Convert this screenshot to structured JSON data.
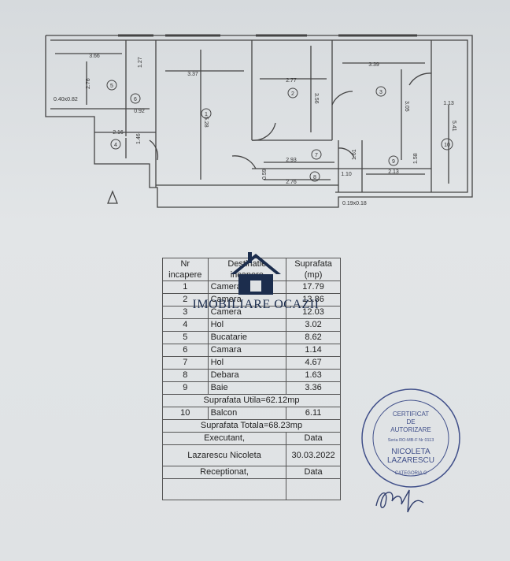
{
  "plan": {
    "rooms": [
      {
        "no": "5",
        "dims": [
          "3.66",
          "2.76"
        ]
      },
      {
        "no": "6",
        "dims": [
          "1.27",
          "0.92"
        ]
      },
      {
        "no": "1",
        "dims": [
          "3.37",
          "5.28"
        ]
      },
      {
        "no": "2",
        "dims": [
          "2.77",
          "3.56"
        ]
      },
      {
        "no": "3",
        "dims": [
          "3.39",
          "3.05"
        ]
      },
      {
        "no": "4",
        "dims": [
          "2.16",
          "1.46"
        ]
      },
      {
        "no": "7",
        "dims": [
          "2.93"
        ]
      },
      {
        "no": "8",
        "dims": [
          "2.76",
          "0.59"
        ]
      },
      {
        "no": "9",
        "dims": [
          "2.13",
          "1.61",
          "1.10",
          "1.58"
        ]
      },
      {
        "no": "10",
        "dims": [
          "1.13",
          "5.41"
        ]
      }
    ],
    "misc": [
      "0.40x0.82",
      "0.19x0.18"
    ]
  },
  "table": {
    "headers": [
      "Nr\nincapere",
      "Destinatie\nincapere",
      "Suprafata\n(mp)"
    ],
    "rows": [
      {
        "nr": "1",
        "name": "Camera",
        "area": "17.79"
      },
      {
        "nr": "2",
        "name": "Camera",
        "area": "13.86"
      },
      {
        "nr": "3",
        "name": "Camera",
        "area": "12.03"
      },
      {
        "nr": "4",
        "name": "Hol",
        "area": "3.02"
      },
      {
        "nr": "5",
        "name": "Bucatarie",
        "area": "8.62"
      },
      {
        "nr": "6",
        "name": "Camara",
        "area": "1.14"
      },
      {
        "nr": "7",
        "name": "Hol",
        "area": "4.67"
      },
      {
        "nr": "8",
        "name": "Debara",
        "area": "1.63"
      },
      {
        "nr": "9",
        "name": "Baie",
        "area": "3.36"
      }
    ],
    "useful_total": "Suprafata Utila=62.12mp",
    "balcon": {
      "nr": "10",
      "name": "Balcon",
      "area": "6.11"
    },
    "total": "Suprafata Totala=68.23mp",
    "executant_label": "Executant,",
    "date_label": "Data",
    "executant_name": "Lazarescu Nicoleta",
    "executant_date": "30.03.2022",
    "receptionat_label": "Receptionat,",
    "date_label2": "Data"
  },
  "watermark": "IMOBILIARE OCAZII",
  "stamp": {
    "lines": [
      "CERTIFICAT",
      "DE",
      "AUTORIZARE",
      "Seria RO-MB-F Nr 0113"
    ],
    "name_lines": [
      "NICOLETA",
      "LAZARESCU"
    ],
    "category": "CATEGORIA C"
  }
}
